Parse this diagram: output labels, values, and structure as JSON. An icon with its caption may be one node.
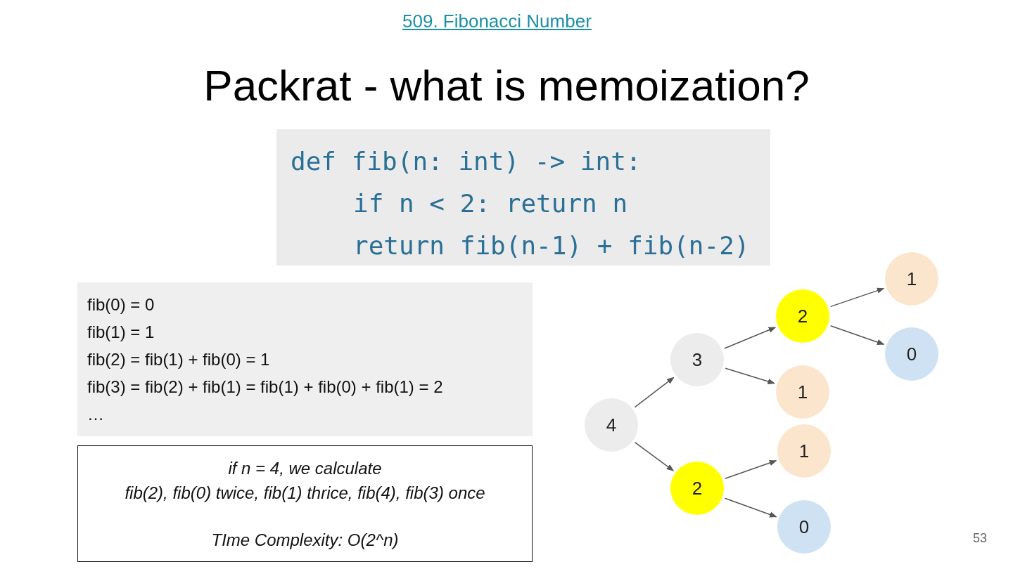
{
  "diagram": {
    "title": "Packrat - what is memoization?",
    "nodes": [
      {
        "text": [
          "def fib(n: int) -> int:",
          "if n < 2: return n",
          "return fib(n-1) + fib(n-2)"
        ]
      },
      {
        "text": [
          "fib(0) = 0",
          "fib(1) = 1",
          "fib(2) = fib(1) + fib(0) = 1",
          "fib(3) = fib(2) + fib(1) = fib(1) + fib(0) + fib(1) = 2",
          "…"
        ]
      },
      {
        "text": [
          "if n = 4, we calculate",
          "fib(2), fib(0) twice, fib(1) thrice, fib(4), fib(3) once",
          "TIme Complexity: O(2^n)"
        ]
      },
      {
        "text": [
          "4"
        ]
      },
      {
        "text": [
          "3"
        ]
      },
      {
        "text": [
          "2"
        ]
      },
      {
        "text": [
          "2"
        ]
      },
      {
        "text": [
          "1"
        ]
      },
      {
        "text": [
          "1"
        ]
      },
      {
        "text": [
          "0"
        ]
      },
      {
        "text": [
          "1"
        ]
      },
      {
        "text": [
          "0"
        ]
      }
    ],
    "edges": [
      {
        "from": 3,
        "to": 4,
        "arrow": "to"
      },
      {
        "from": 3,
        "to": 5,
        "arrow": "to"
      },
      {
        "from": 4,
        "to": 6,
        "arrow": "to"
      },
      {
        "from": 4,
        "to": 7,
        "arrow": "to"
      },
      {
        "from": 6,
        "to": 10,
        "arrow": "to"
      },
      {
        "from": 6,
        "to": 11,
        "arrow": "to"
      },
      {
        "from": 5,
        "to": 8,
        "arrow": "to"
      },
      {
        "from": 5,
        "to": 9,
        "arrow": "to"
      }
    ],
    "labels": [
      "509. Fibonacci Number",
      "53"
    ]
  }
}
